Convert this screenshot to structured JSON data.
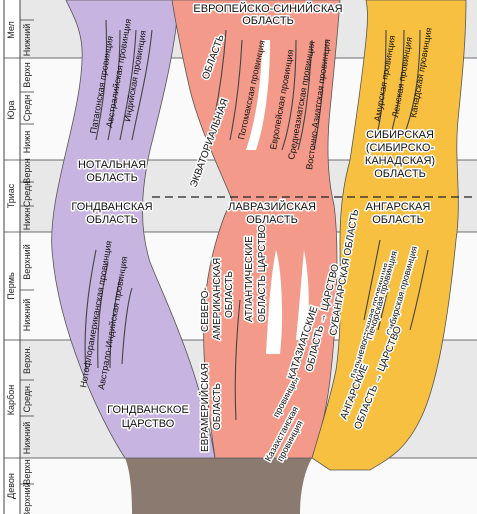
{
  "periods": {
    "mel": "Мел",
    "yura": "Юра",
    "trias": "Триас",
    "perm": "Пермь",
    "karbon": "Карбон",
    "devon": "Девон"
  },
  "sub": {
    "nizhniy": "Нижний",
    "verkhn": "Верхн",
    "sredn": "Средн",
    "nizhn": "Нижн",
    "verkhniy": "Верхний",
    "sredniy": "Средн.",
    "verkhn2": "Верхн."
  },
  "regions": {
    "euro_sinian": "ЕВРОПЕЙСКО-СИНИЙСКАЯ",
    "euro_sinian2": "ОБЛАСТЬ",
    "potomac": "Потомакская провинция",
    "euro_prov": "Европейская провинция",
    "central_asia": "Среднеазиатская провинция",
    "east_asia": "Восточно-Азиатская провинция",
    "equatorial": "ЭКВАТОРИАЛЬНАЯ",
    "equatorial2": "ОБЛАСТЬ",
    "patagonian": "Патагонская провинция",
    "australian": "Австралийская провинция",
    "indian": "Индийская провинция",
    "notal": "НОТАЛЬНАЯ",
    "notal2": "ОБЛАСТЬ",
    "gondwana_region": "ГОНДВАНСКАЯ",
    "gondwana_region2": "ОБЛАСТЬ",
    "notofloral": "Нотофлорамериканская провинция",
    "austro_indian": "Австрало-Индийская провинция",
    "gondwana_kingdom": "ГОНДВАНСКОЕ",
    "gondwana_kingdom2": "ЦАРСТВО",
    "laurasian": "ЛАВРАЗИЙСКАЯ",
    "laurasian2": "ОБЛАСТЬ",
    "atlantic": "АТЛАНТИЧЕСКИЕ",
    "atlantic2": "ОБЛАСТЬ ЦАРСТВО",
    "north_am": "СЕВЕРО-",
    "north_am2": "АМЕРИКАНСКАЯ",
    "north_am3": "ОБЛАСТЬ",
    "euramerican": "ЕВРАМЕРИЙСКАЯ",
    "euramerican2": "ОБЛАСТЬ",
    "kazakh_prov": "Казахстанская",
    "kazakh_prov2": "провинция",
    "kazakh_prov3": "провинция",
    "kazakh_kingdom": "КАТАЗИАТСКИЕ",
    "kazakh_kingdom2": "ОБЛАСТЬ → ЦАРСТВО",
    "amur": "Амурская провинция",
    "lena": "Ленская провинция",
    "canadian": "Канадская провинция",
    "siberian": "СИБИРСКАЯ",
    "siberian2": "(СИБИРСКО-",
    "siberian3": "КАНАДСКАЯ)",
    "siberian4": "ОБЛАСТЬ",
    "angara_region": "АНГАРСКАЯ",
    "angara_region2": "ОБЛАСТЬ",
    "subangara": "СУБАНГАРСКАЯ ОБЛАСТЬ",
    "far_east": "Дальневосточная провинция",
    "pechora": "Печорская провинция",
    "siberian_prov": "Сибирская провинция",
    "angara_kingdom": "АНГАРСКИЕ",
    "angara_kingdom2": "ОБЛАСТЬ → ЦАРСТВО"
  },
  "colors": {
    "gondwana": "#c8b4e0",
    "laurasia": "#f49a8a",
    "angara": "#f8c040",
    "base": "#8a7a70",
    "band_gray": "#e6e6e6"
  }
}
